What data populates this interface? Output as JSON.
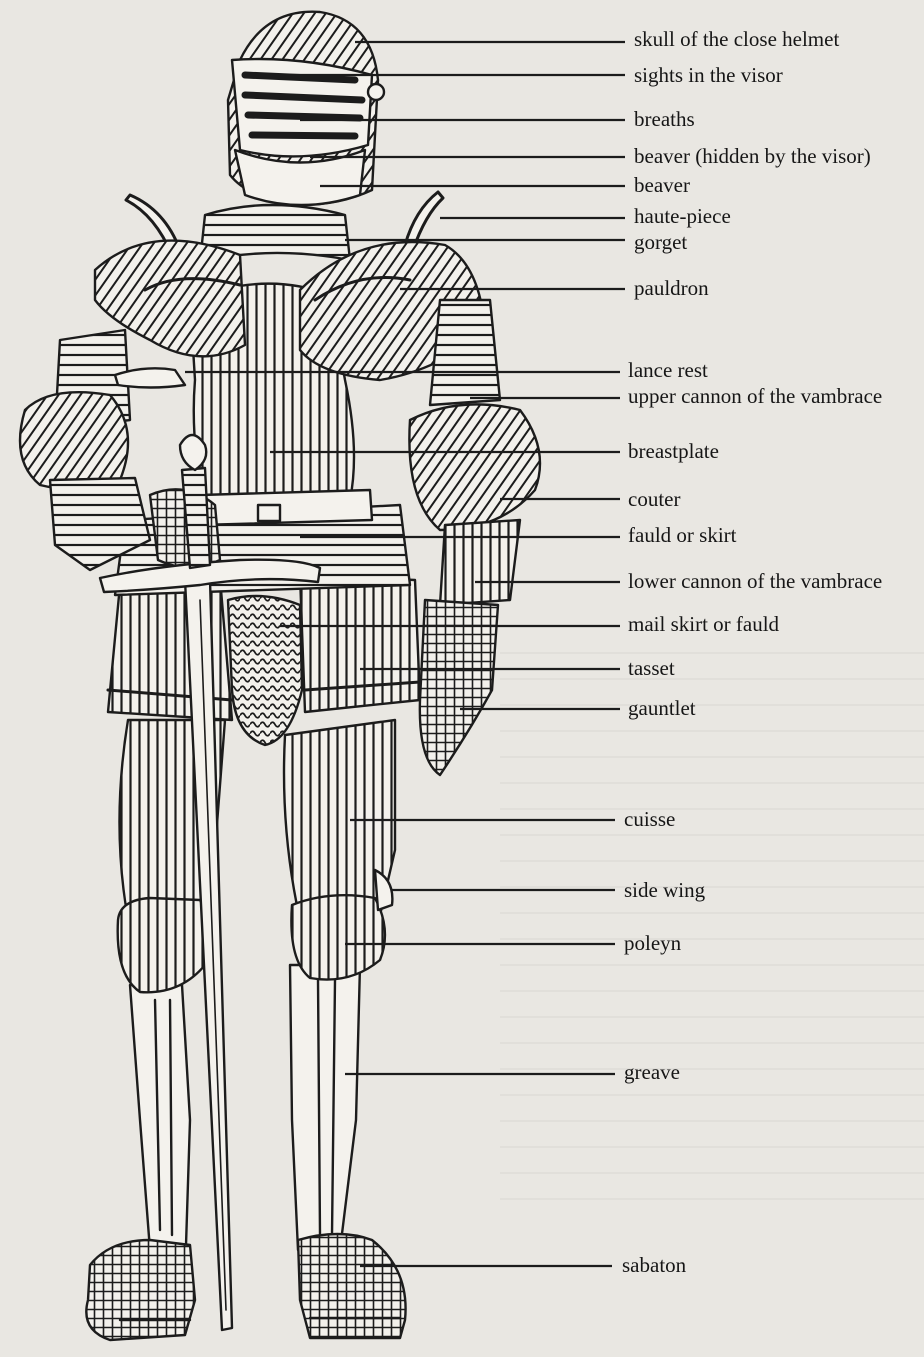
{
  "labels": [
    {
      "id": "skull",
      "text": "skull of the close helmet"
    },
    {
      "id": "sights",
      "text": "sights in the visor"
    },
    {
      "id": "breaths",
      "text": "breaths"
    },
    {
      "id": "beaver-hidden",
      "text": "beaver (hidden by the visor)"
    },
    {
      "id": "beaver",
      "text": "beaver"
    },
    {
      "id": "haute-piece",
      "text": "haute-piece"
    },
    {
      "id": "gorget",
      "text": "gorget"
    },
    {
      "id": "pauldron",
      "text": "pauldron"
    },
    {
      "id": "lance-rest",
      "text": "lance rest"
    },
    {
      "id": "upper-cannon",
      "text": "upper cannon of the vambrace"
    },
    {
      "id": "breastplate",
      "text": "breastplate"
    },
    {
      "id": "couter",
      "text": "couter"
    },
    {
      "id": "fauld",
      "text": "fauld or skirt"
    },
    {
      "id": "lower-cannon",
      "text": "lower cannon of the vambrace"
    },
    {
      "id": "mail-skirt",
      "text": "mail skirt or fauld"
    },
    {
      "id": "tasset",
      "text": "tasset"
    },
    {
      "id": "gauntlet",
      "text": "gauntlet"
    },
    {
      "id": "cuisse",
      "text": "cuisse"
    },
    {
      "id": "side-wing",
      "text": "side wing"
    },
    {
      "id": "poleyn",
      "text": "poleyn"
    },
    {
      "id": "greave",
      "text": "greave"
    },
    {
      "id": "sabaton",
      "text": "sabaton"
    }
  ]
}
